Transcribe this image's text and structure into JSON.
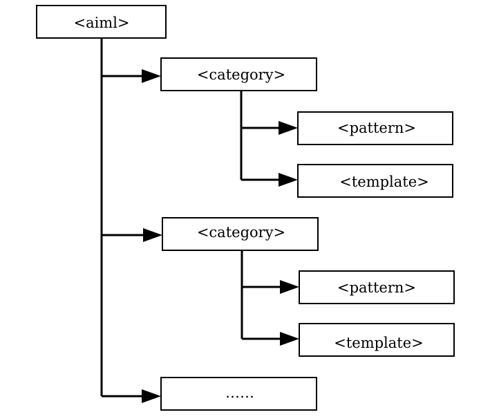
{
  "diagram": {
    "root": {
      "label": "<aiml>"
    },
    "category_1": {
      "label": "<category>"
    },
    "pattern_1": {
      "label": "<pattern>"
    },
    "template_1": {
      "label": "<template>"
    },
    "category_2": {
      "label": "<category>"
    },
    "pattern_2": {
      "label": "<pattern>"
    },
    "template_2": {
      "label": "<template>"
    },
    "more": {
      "label": "……"
    }
  }
}
